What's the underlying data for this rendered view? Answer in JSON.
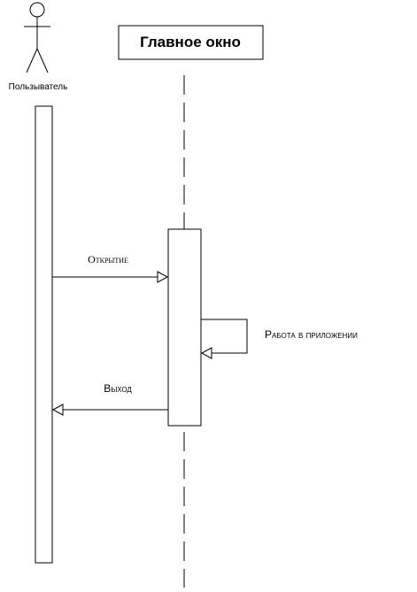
{
  "diagram": {
    "type": "sequence",
    "actor": {
      "label": "Пользыватель"
    },
    "object": {
      "label": "Главное окно"
    },
    "messages": [
      {
        "label": "Открытие",
        "direction": "actor-to-object"
      },
      {
        "label": "Работа в приложении",
        "direction": "self"
      },
      {
        "label": "Выход",
        "direction": "object-to-actor"
      }
    ]
  }
}
